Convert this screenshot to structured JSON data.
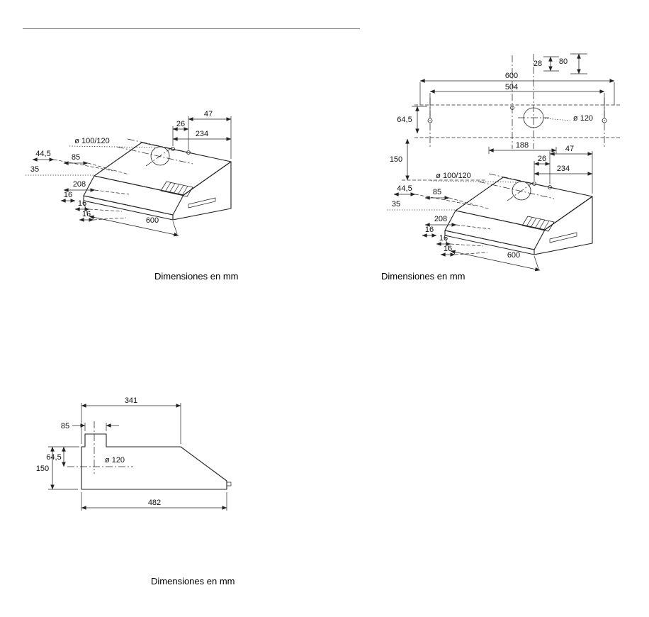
{
  "page": {
    "background": "#ffffff",
    "line_color": "#222222"
  },
  "diagrams": {
    "top_left": {
      "caption": "Dimensiones en mm",
      "labels": {
        "d26": "26",
        "d47": "47",
        "d234": "234",
        "diameter": "ø 100/120",
        "d44_5": "44,5",
        "d85": "85",
        "d35": "35",
        "d208": "208",
        "d16_a": "16",
        "d16_b": "16",
        "d16_c": "16",
        "d600": "600"
      }
    },
    "top_right": {
      "caption": "Dimensiones en mm",
      "top_view_labels": {
        "d28": "28",
        "d80": "80",
        "d600": "600",
        "d504": "504",
        "diameter": "ø 120",
        "d64_5": "64,5",
        "d188": "188",
        "d150": "150"
      },
      "iso_labels": {
        "d26": "26",
        "d47": "47",
        "d234": "234",
        "diameter": "ø 100/120",
        "d44_5": "44,5",
        "d85": "85",
        "d35": "35",
        "d208": "208",
        "d16_a": "16",
        "d16_b": "16",
        "d16_c": "16",
        "d600": "600"
      }
    },
    "side": {
      "caption": "Dimensiones en mm",
      "labels": {
        "d341": "341",
        "d85": "85",
        "d64_5": "64,5",
        "d150": "150",
        "diameter": "ø 120",
        "d482": "482"
      }
    }
  }
}
